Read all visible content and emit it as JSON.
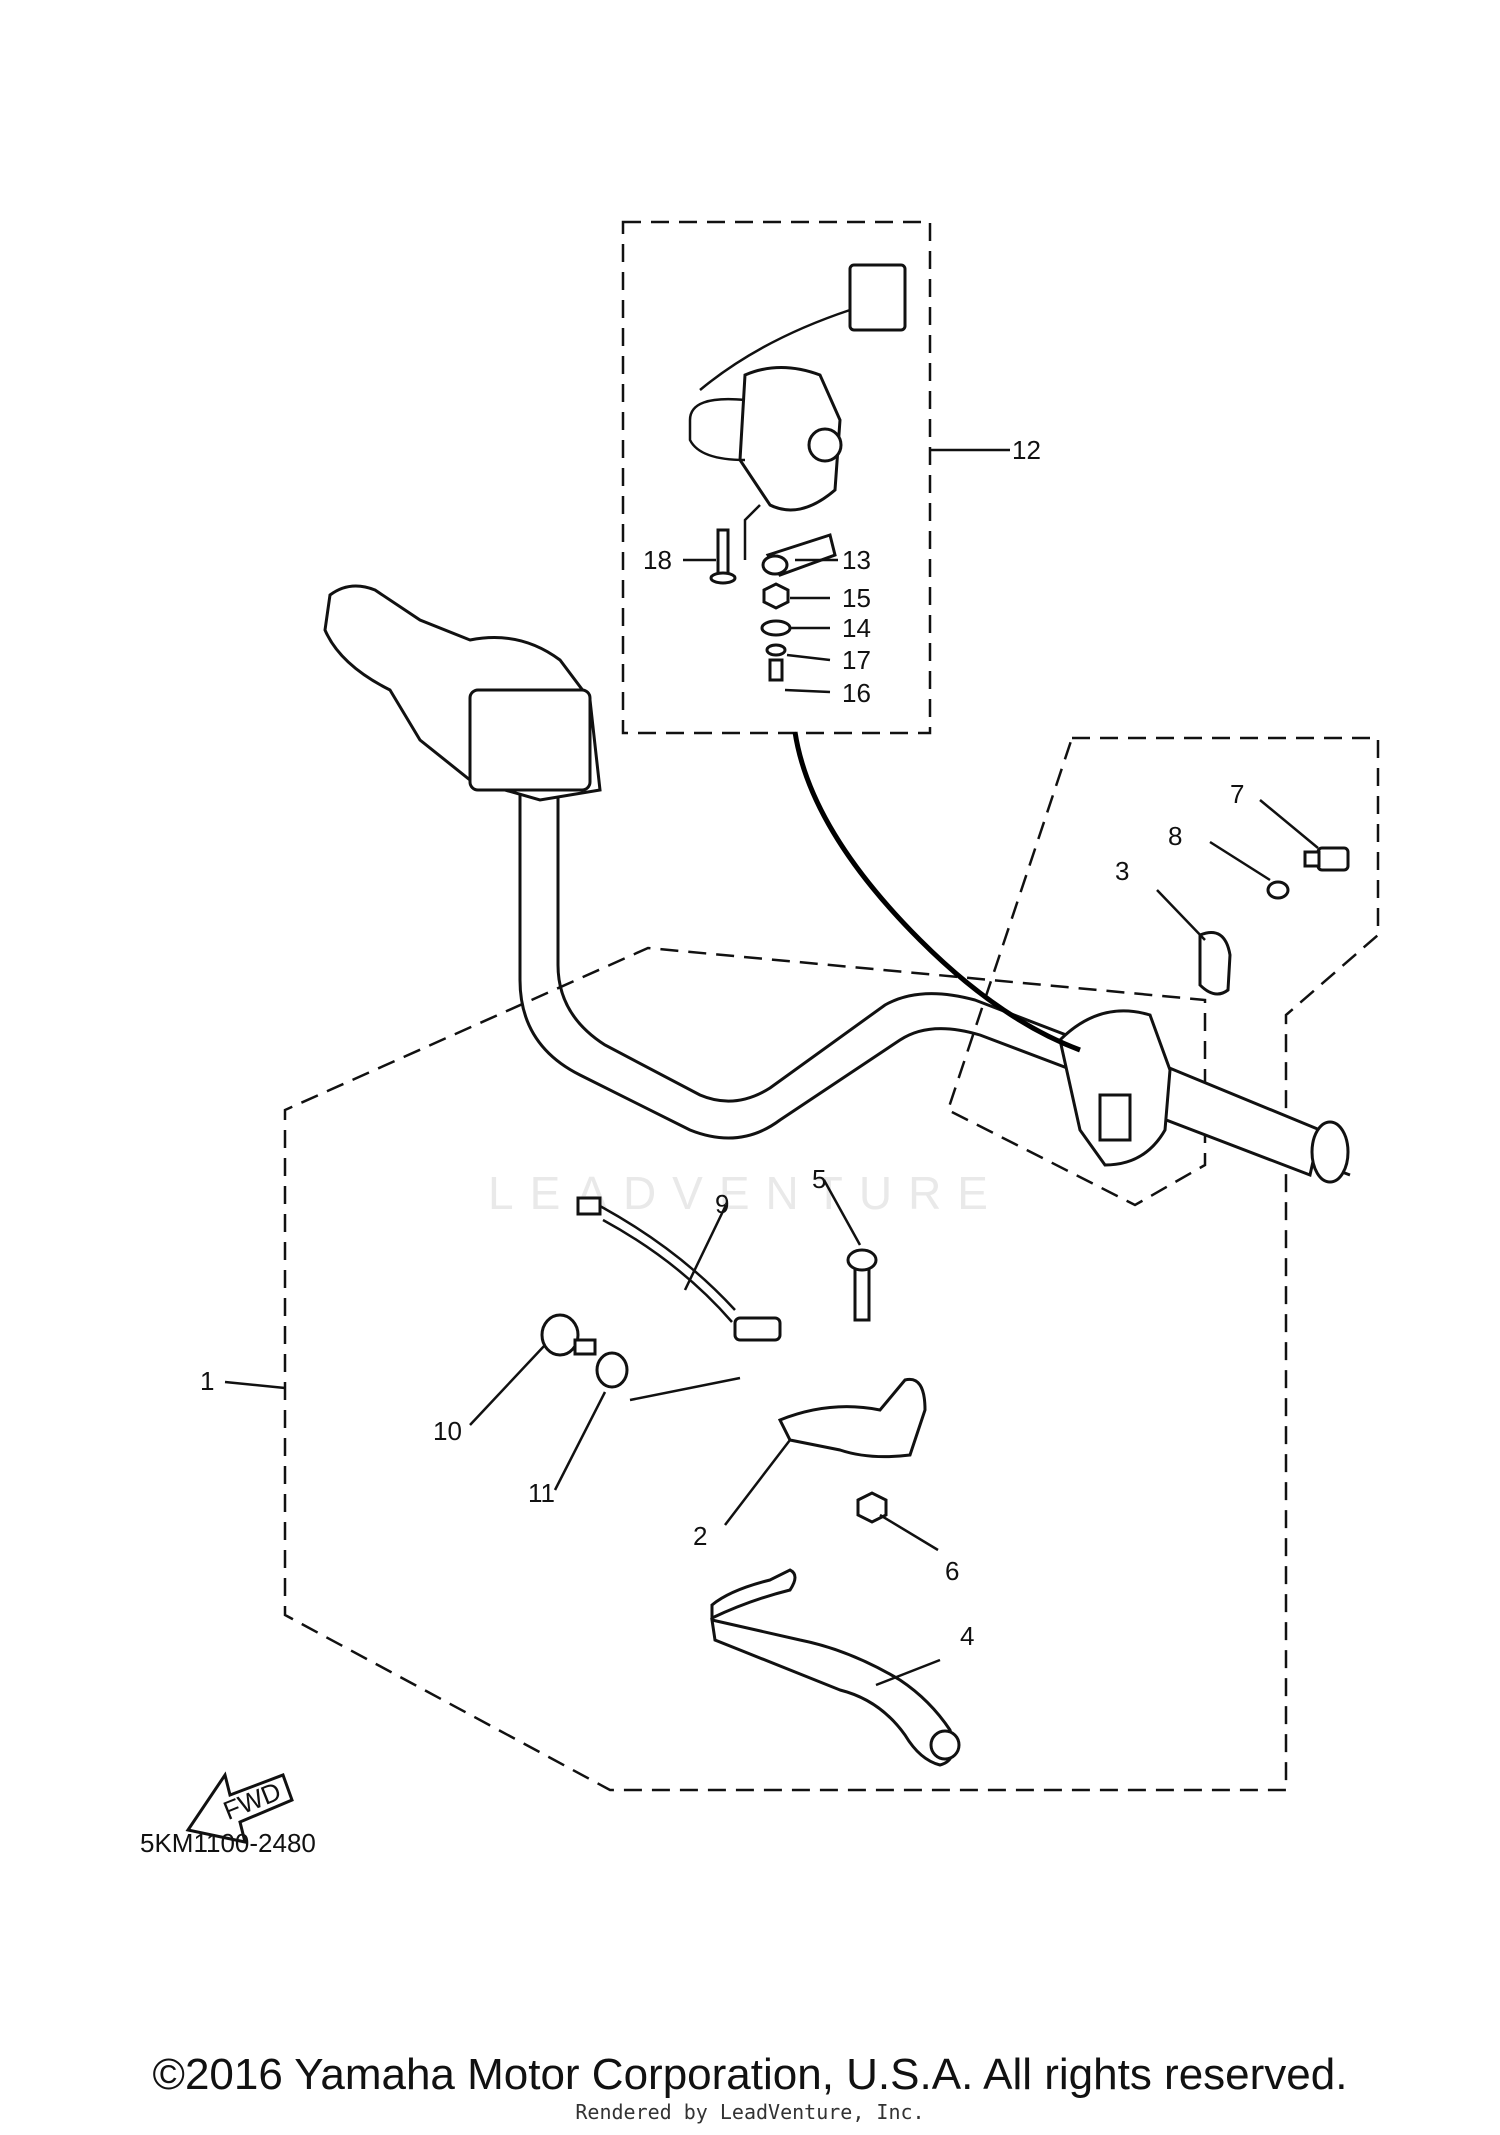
{
  "diagram": {
    "callouts": [
      "1",
      "2",
      "3",
      "4",
      "5",
      "6",
      "7",
      "8",
      "9",
      "10",
      "11",
      "12",
      "13",
      "14",
      "15",
      "16",
      "17",
      "18"
    ],
    "fwd_label": "FWD",
    "part_code": "5KM1100-2480",
    "watermark": "LEADVENTURE",
    "copyright": "©2016 Yamaha Motor Corporation, U.S.A. All rights reserved.",
    "rendered_by": "Rendered by LeadVenture, Inc."
  }
}
